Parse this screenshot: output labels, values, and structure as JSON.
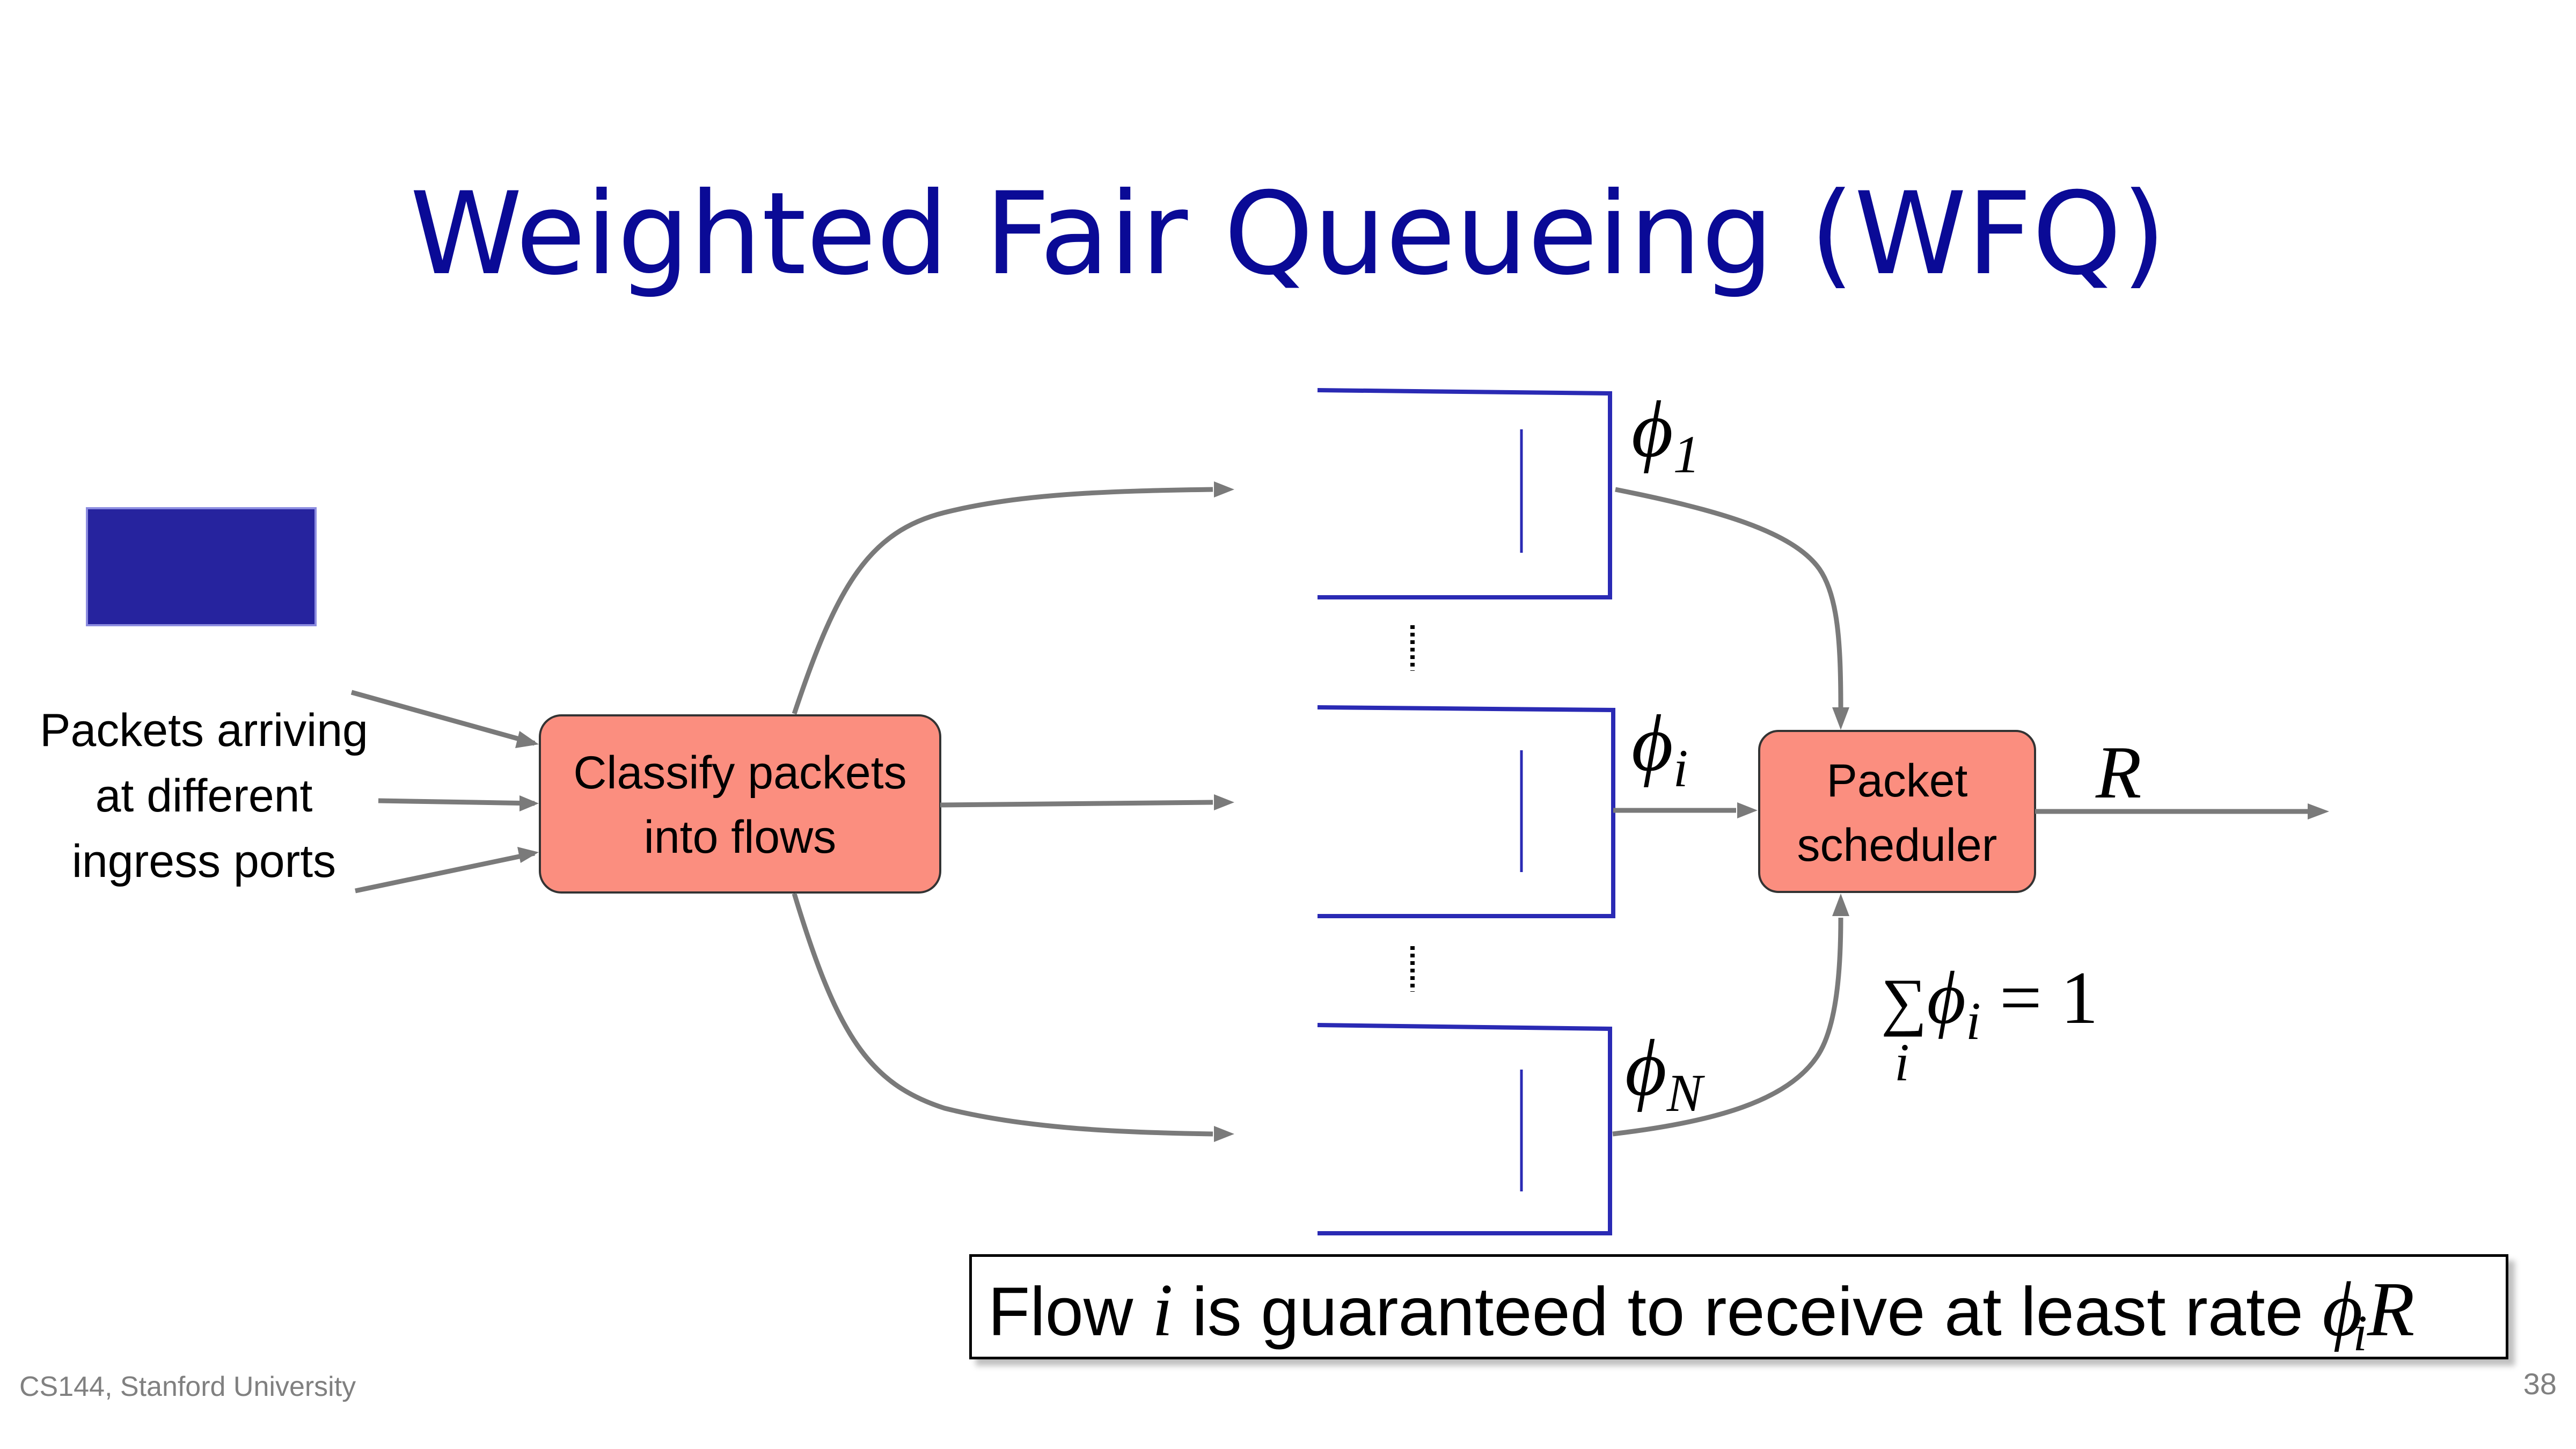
{
  "slide": {
    "title": "Weighted Fair Queueing (WFQ)",
    "footer_left": "CS144, Stanford University",
    "page_number": "38"
  },
  "colors": {
    "title": "#0a0a96",
    "box_fill": "#fb8e7f",
    "queue_line": "#2a2ab4",
    "arrow": "#7a7a7a",
    "legend_square": "#26239e"
  },
  "diagram": {
    "input_label": [
      "Packets arriving",
      "at different",
      "ingress ports"
    ],
    "classifier_label": [
      "Classify packets",
      "into flows"
    ],
    "scheduler_label": [
      "Packet",
      "scheduler"
    ],
    "weights": {
      "phi_1": {
        "symbol": "ϕ",
        "subscript": "1"
      },
      "phi_i": {
        "symbol": "ϕ",
        "subscript": "i"
      },
      "phi_N": {
        "symbol": "ϕ",
        "subscript": "N"
      }
    },
    "output_rate": "R",
    "sum_formula": {
      "sigma": "∑",
      "index": "i",
      "symbol": "ϕ",
      "subscript": "i",
      "rhs": "= 1"
    }
  },
  "guarantee": {
    "prefix": "Flow ",
    "var": "i",
    "middle": " is guaranteed to receive at least rate ",
    "phi": "ϕ",
    "phi_sub": "i",
    "rate": "R"
  }
}
